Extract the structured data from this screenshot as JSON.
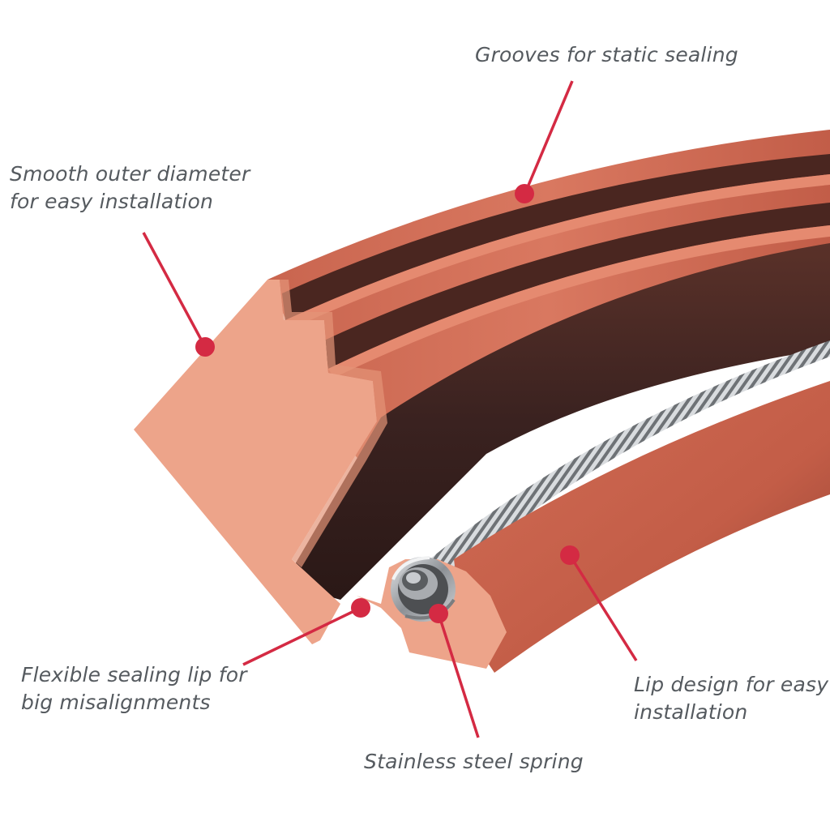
{
  "callouts": {
    "grooves": {
      "line1": "Grooves for static sealing"
    },
    "outer_diameter": {
      "line1": "Smooth outer diameter",
      "line2": "for easy installation"
    },
    "sealing_lip": {
      "line1": "Flexible sealing lip for",
      "line2": "big misalignments"
    },
    "spring": {
      "line1": "Stainless steel spring"
    },
    "lip_design": {
      "line1": "Lip design for easy",
      "line2": "installation"
    }
  },
  "colors": {
    "callout": "#d42a43",
    "seal_face": "#eda48a",
    "seal_top": "#d9745c",
    "seal_dark": "#3a2220",
    "text": "#555a5f",
    "spring_metal": "#b9bcc0"
  }
}
